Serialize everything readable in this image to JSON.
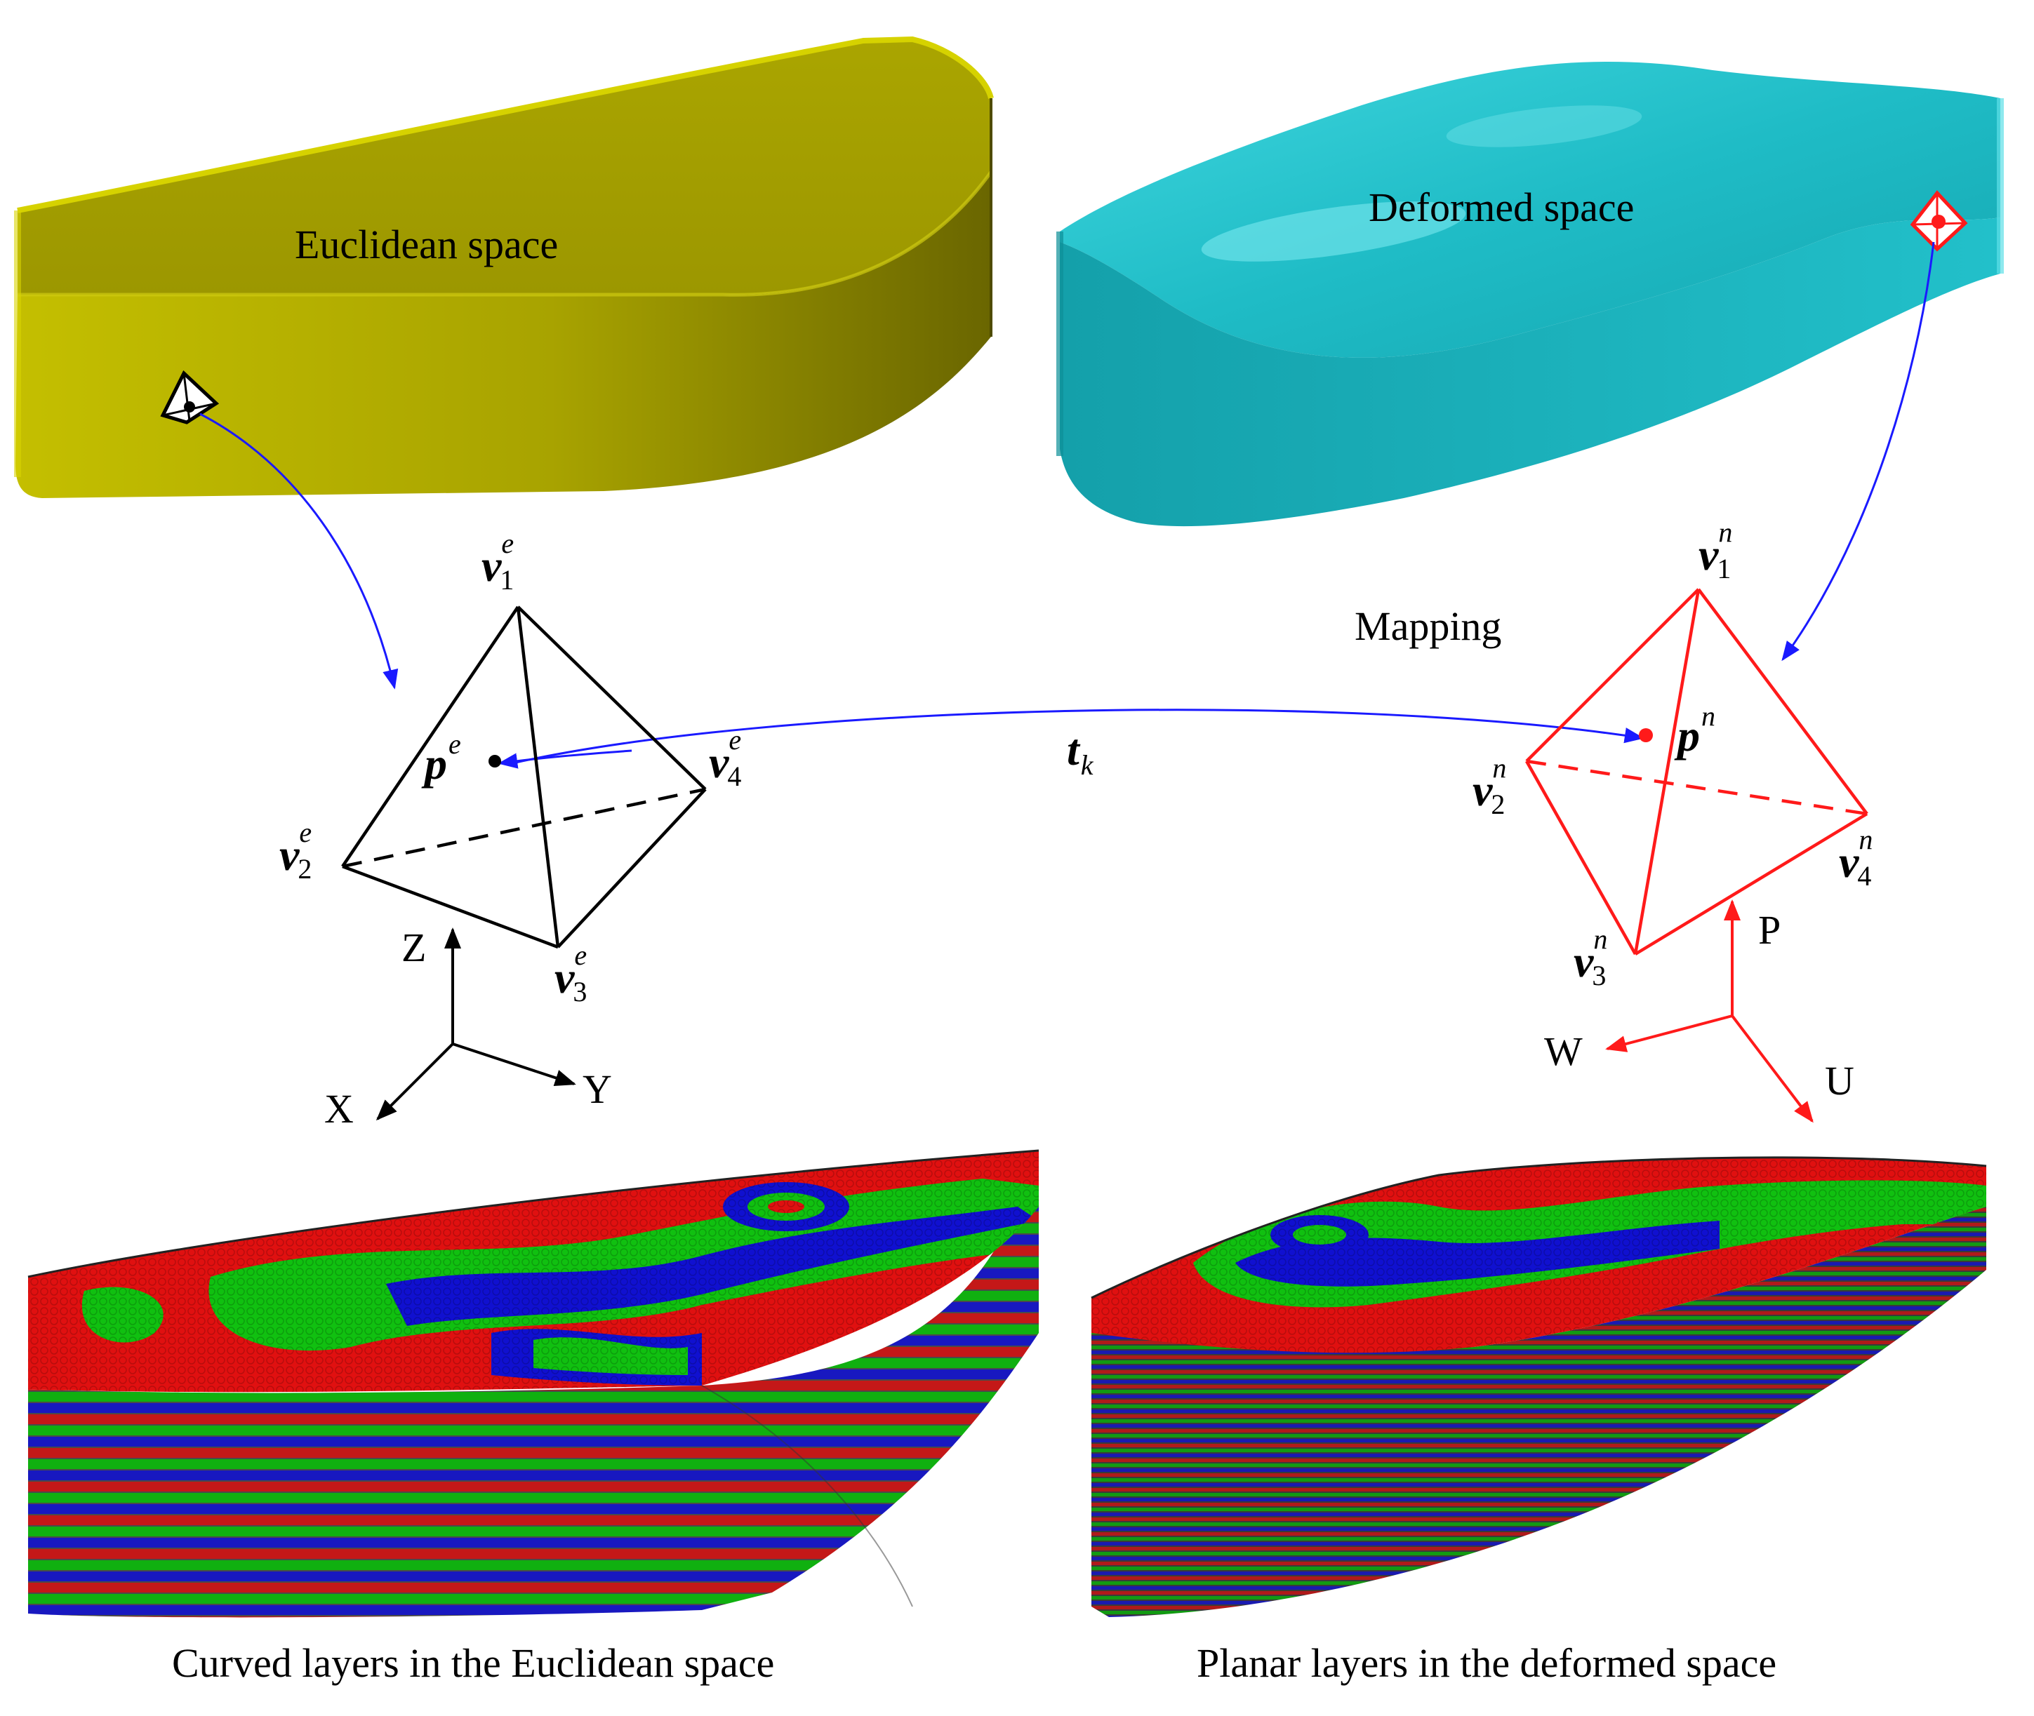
{
  "labels": {
    "euclidean_space": "Euclidean space",
    "deformed_space": "Deformed space",
    "mapping": "Mapping",
    "caption_left": "Curved layers in the Euclidean space",
    "caption_right": "Planar layers in the deformed space"
  },
  "math": {
    "v": "v",
    "p": "p",
    "t": "t",
    "k": "k",
    "e": "e",
    "n": "n",
    "i1": "1",
    "i2": "2",
    "i3": "3",
    "i4": "4"
  },
  "axes_left": {
    "z": "Z",
    "x": "X",
    "y": "Y"
  },
  "axes_right": {
    "p": "P",
    "w": "W",
    "u": "U"
  },
  "colors": {
    "euclidean_body": "#b2ad00",
    "deformed_body": "#2cc8d2",
    "mapping_arrow": "#1a1aff",
    "deformed_tet": "#ff1a1a",
    "layer_red": "#e01010",
    "layer_green": "#10d010",
    "layer_blue": "#1010d8"
  }
}
